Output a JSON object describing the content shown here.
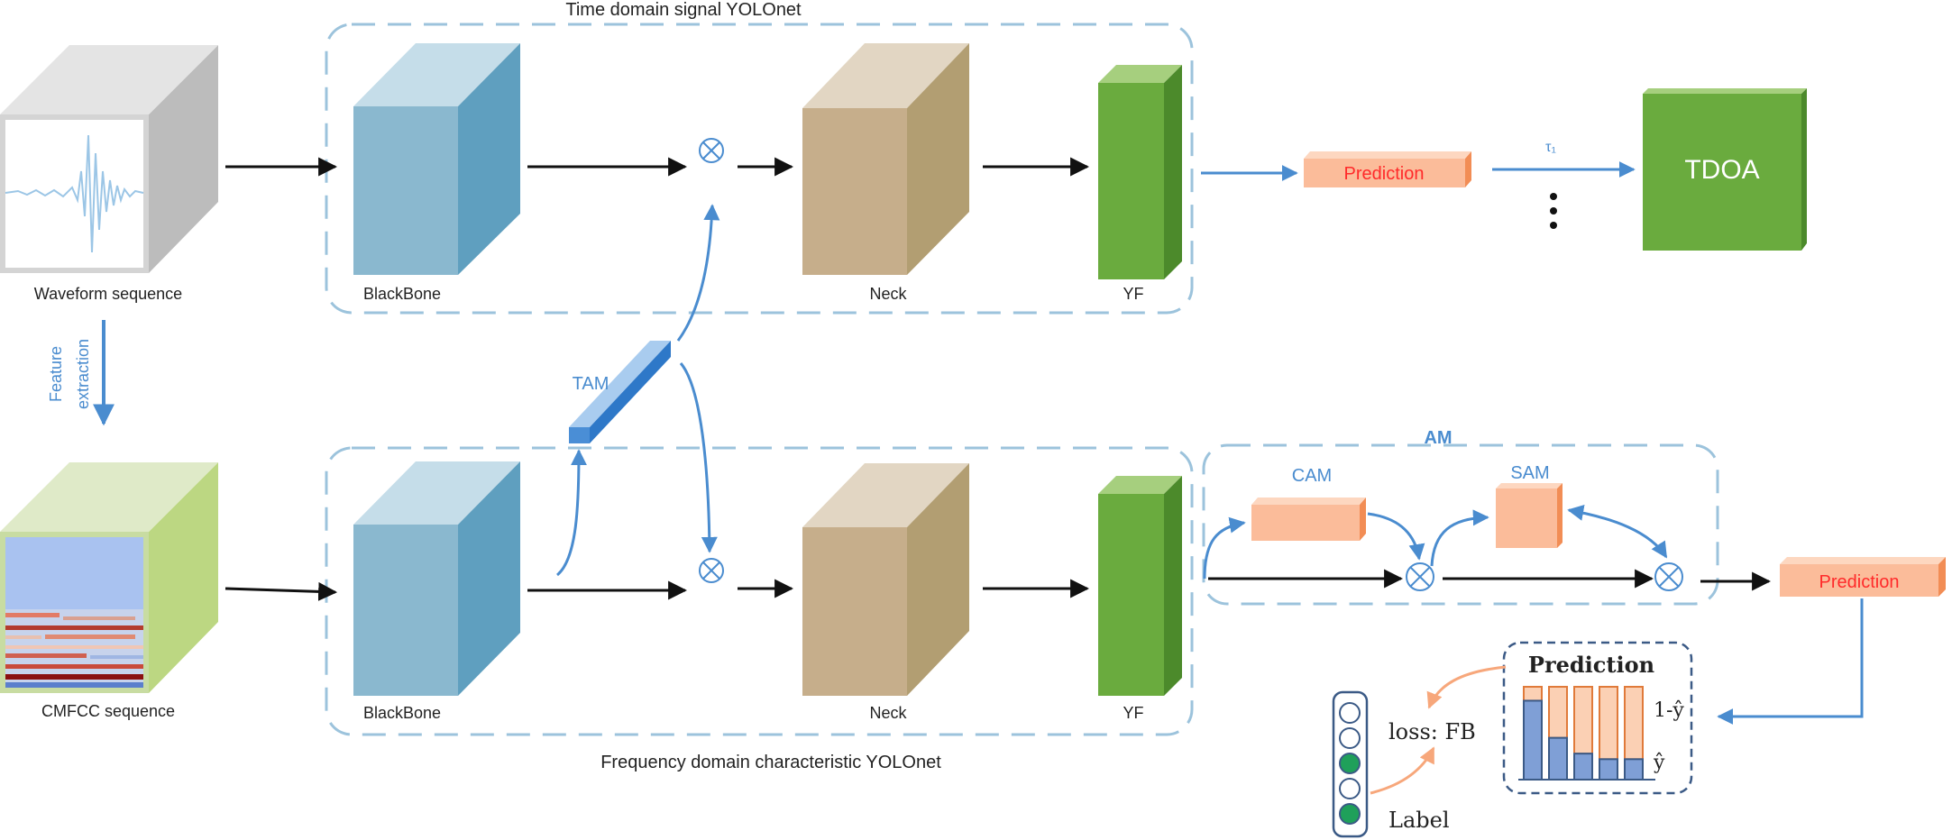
{
  "top_group": {
    "title": "Time domain signal YOLOnet"
  },
  "bottom_group": {
    "title": "Frequency domain characteristic YOLOnet"
  },
  "am_group": {
    "title": "AM"
  },
  "waveform": {
    "label": "Waveform sequence"
  },
  "cmfcc": {
    "label": "CMFCC sequence"
  },
  "feature_extraction": {
    "line1": "Feature",
    "line2": "extraction"
  },
  "blocks": {
    "backbone_top": "BlackBone",
    "neck_top": "Neck",
    "yf_top": "YF",
    "backbone_bottom": "BlackBone",
    "neck_bottom": "Neck",
    "yf_bottom": "YF"
  },
  "tam": {
    "label": "TAM"
  },
  "cam": {
    "label": "CAM"
  },
  "sam": {
    "label": "SAM"
  },
  "prediction_top": {
    "label": "Prediction"
  },
  "prediction_bottom": {
    "label": "Prediction"
  },
  "tau": {
    "label": "τ₁"
  },
  "tdoa": {
    "label": "TDOA"
  },
  "loss_panel": {
    "title": "Prediction",
    "one_minus_y": "1-ŷ",
    "y_hat": "ŷ",
    "loss": "loss: FB",
    "label": "Label"
  },
  "colors": {
    "dashed_border": "#9cc3dc",
    "arrow_blue": "#4a8ccf",
    "backbone": "#8ab8cf",
    "neck": "#c6ae8b",
    "yf": "#6aab3e",
    "tdoa": "#6aab3e",
    "orange": "#fbbc9a",
    "prediction_text": "#ff2a2a"
  },
  "prediction_bars": [
    {
      "y_hat": 0.85
    },
    {
      "y_hat": 0.45
    },
    {
      "y_hat": 0.28
    },
    {
      "y_hat": 0.22
    },
    {
      "y_hat": 0.22
    }
  ],
  "label_circles": [
    "empty",
    "empty",
    "filled",
    "empty",
    "filled"
  ]
}
